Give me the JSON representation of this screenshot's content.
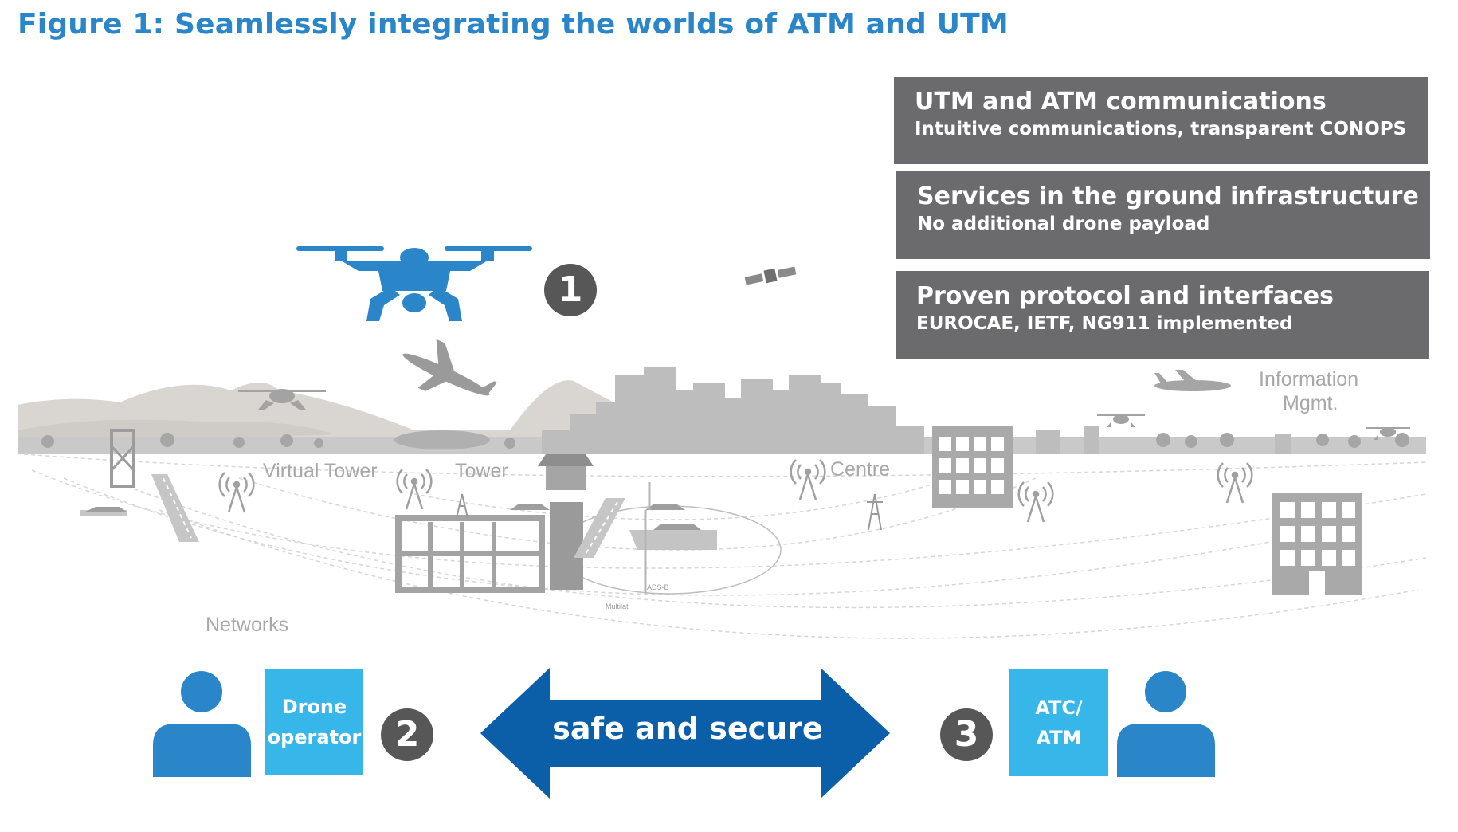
{
  "title": "Figure 1: Seamlessly integrating the worlds of ATM and UTM",
  "info_boxes": [
    {
      "heading": "UTM and ATM communications",
      "sub": "Intuitive communications, transparent CONOPS"
    },
    {
      "heading": "Services in the ground infrastructure",
      "sub": "No additional drone payload"
    },
    {
      "heading": "Proven protocol and interfaces",
      "sub": "EUROCAE, IETF, NG911 implemented"
    }
  ],
  "scene_labels": {
    "virtual_tower": "Virtual Tower",
    "tower": "Tower",
    "centre": "Centre",
    "info_mgmt_1": "Information",
    "info_mgmt_2": "Mgmt.",
    "networks": "Networks",
    "adsb": "ADS-B",
    "multilat": "Multilat"
  },
  "numbers": [
    "1",
    "2",
    "3"
  ],
  "drone_operator": {
    "line1": "Drone",
    "line2": "operator"
  },
  "atc": {
    "line1": "ATC/",
    "line2": "ATM"
  },
  "arrow_label": "safe and secure",
  "colors": {
    "title": "#2a86c8",
    "box_grey": "#6b6b6d",
    "drone_blue": "#2a86c8",
    "cyan": "#37b6ea",
    "arrow_blue": "#0a5fa8",
    "badge": "#575757"
  }
}
